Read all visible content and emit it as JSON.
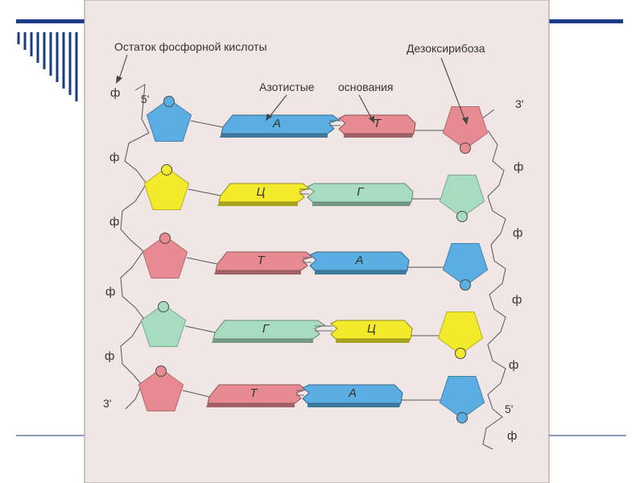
{
  "labels": {
    "phosphate_residue": "Остаток фосфорной кислоты",
    "nitrogen_bases_1": "Азотистые",
    "nitrogen_bases_2": "основания",
    "deoxyribose": "Дезоксирибоза",
    "phosphate_symbol": "ф",
    "end_5": "5'",
    "end_3": "3'"
  },
  "pairs": [
    {
      "left": "А",
      "right": "Т"
    },
    {
      "left": "Ц",
      "right": "Г"
    },
    {
      "left": "Т",
      "right": "А"
    },
    {
      "left": "Г",
      "right": "Ц"
    },
    {
      "left": "Т",
      "right": "А"
    }
  ],
  "colors": {
    "А": "#5aaee2",
    "Т": "#e88a92",
    "Г": "#a8dcc0",
    "Ц": "#f4ea2c",
    "panel": "#f1e6e6",
    "stroke": "#4a4a4a",
    "slide_stripe": "#1c3a87"
  }
}
